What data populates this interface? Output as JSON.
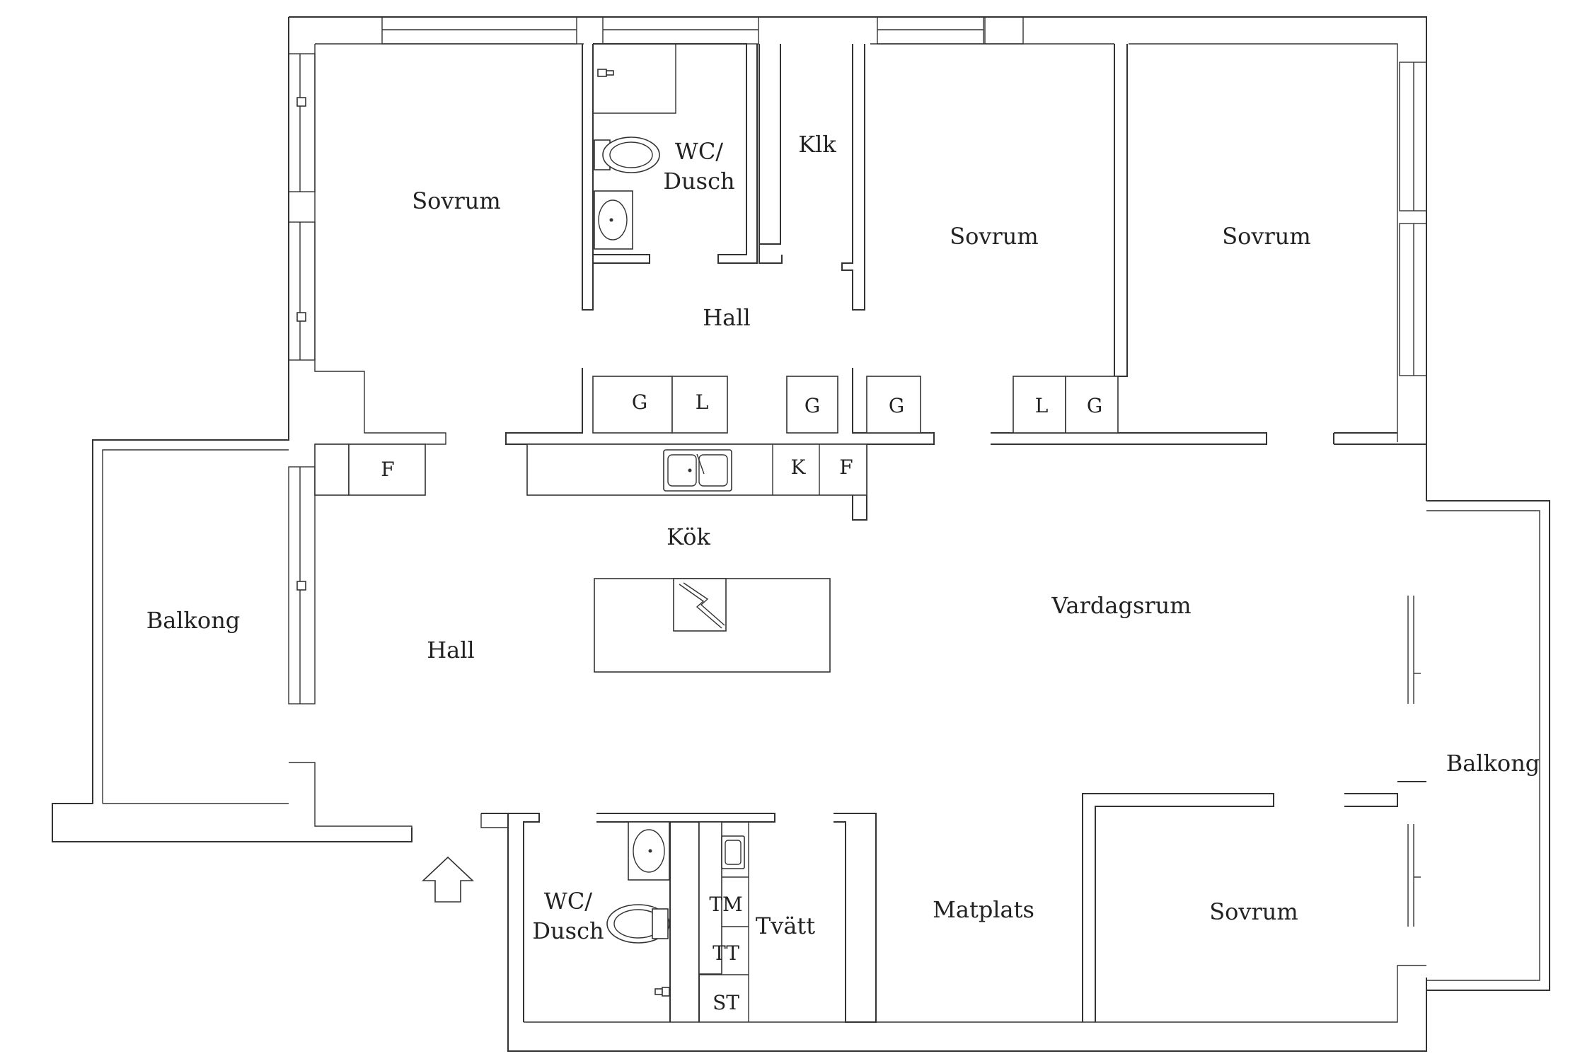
{
  "rooms": {
    "sovrum_nw": "Sovrum",
    "wc_top_line1": "WC/",
    "wc_top_line2": "Dusch",
    "klk": "Klk",
    "sovrum_n": "Sovrum",
    "sovrum_ne": "Sovrum",
    "hall_top": "Hall",
    "kok": "Kök",
    "vardagsrum": "Vardagsrum",
    "balkong_w": "Balkong",
    "hall_w": "Hall",
    "balkong_e": "Balkong",
    "wc_bottom_line1": "WC/",
    "wc_bottom_line2": "Dusch",
    "tvatt": "Tvätt",
    "matplats": "Matplats",
    "sovrum_se": "Sovrum"
  },
  "fixtures": {
    "g1": "G",
    "l1": "L",
    "g2": "G",
    "g3": "G",
    "l2": "L",
    "g4": "G",
    "f_hall": "F",
    "k_kok": "K",
    "f_kok": "F",
    "tm": "TM",
    "tt": "TT",
    "st": "ST"
  }
}
